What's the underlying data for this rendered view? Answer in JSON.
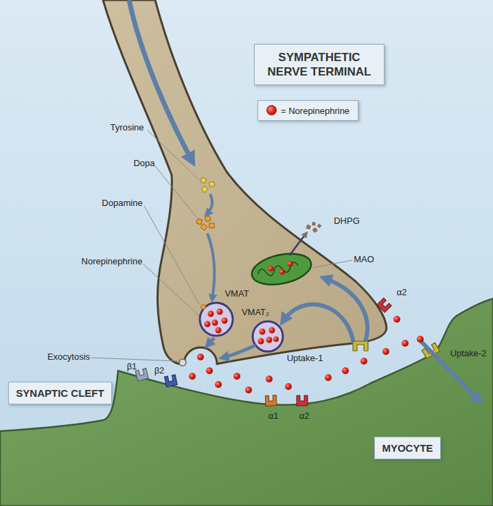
{
  "diagram": {
    "nodes": [
      {
        "text": [
          "SYMPATHETIC NERVE TERMINAL"
        ]
      },
      {
        "text": [
          "SYNAPTIC CLEFT"
        ]
      },
      {
        "text": [
          "MYOCYTE"
        ]
      }
    ],
    "labels": [
      "Tyrosine",
      "Dopa",
      "DHPG",
      "Dopamine",
      "MAO",
      "VMAT",
      "Norepinephrine",
      "VMAT₂",
      "α2",
      "Uptake-1",
      "Uptake-2",
      "Exocytosis",
      "β1",
      "β2",
      "α1",
      "α2"
    ],
    "legend": [
      {
        "text": "= Norepinephrine",
        "color": "#e0261c"
      }
    ]
  }
}
